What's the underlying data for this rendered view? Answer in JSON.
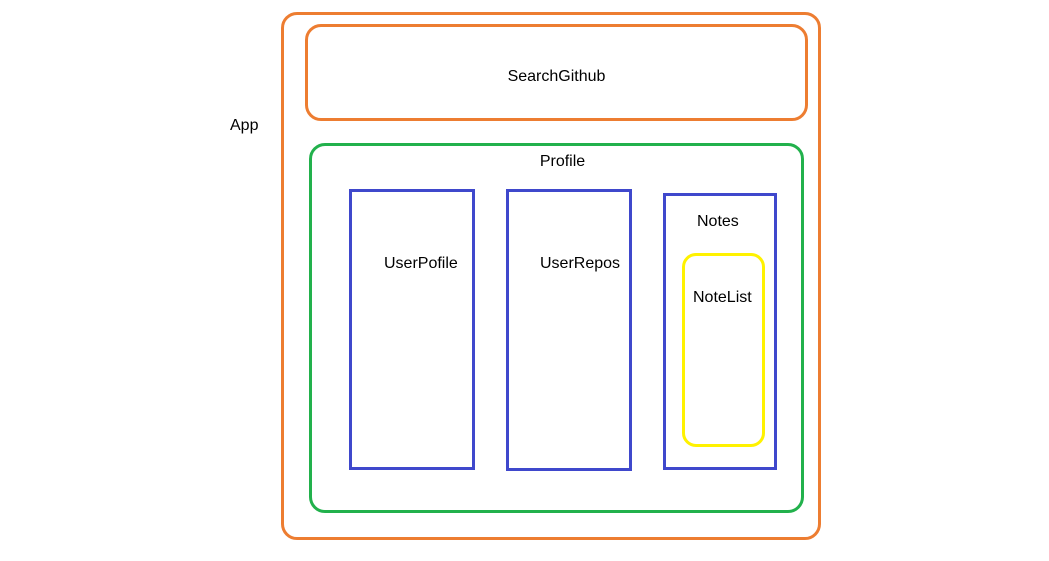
{
  "diagram": {
    "app": {
      "label": "App",
      "color": "#ED7D31"
    },
    "search": {
      "label": "SearchGithub",
      "color": "#ED7D31"
    },
    "profile": {
      "label": "Profile",
      "color": "#22B14C"
    },
    "user_profile": {
      "label": "UserPofile",
      "color": "#3F48CC"
    },
    "user_repos": {
      "label": "UserRepos",
      "color": "#3F48CC"
    },
    "notes": {
      "label": "Notes",
      "color": "#3F48CC"
    },
    "note_list": {
      "label": "NoteList",
      "color": "#FFF200"
    }
  }
}
